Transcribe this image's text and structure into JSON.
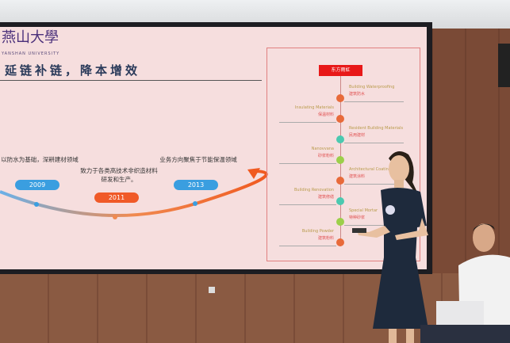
{
  "slide": {
    "logo_cn": "燕山大學",
    "logo_en": "YANSHAN UNIVERSITY",
    "title": "延链补链，降本增效",
    "timeline": [
      {
        "text": "以防水为基础，深耕建材领域",
        "year": "2009"
      },
      {
        "text": "致力于各类高技术非织造材料研发和生产。",
        "year": "2011"
      },
      {
        "text": "业务方向聚焦于节能保温领域",
        "year": "2013"
      }
    ],
    "panel": {
      "header": "东方雨虹",
      "items": [
        {
          "en": "Building Waterproofing",
          "cn": "建筑防水",
          "side": "right",
          "color": "#e86a3a"
        },
        {
          "en": "Insulating Materials",
          "cn": "保温材料",
          "side": "left",
          "color": "#e86a3a"
        },
        {
          "en": "Resident Building Materials",
          "cn": "民用建材",
          "side": "right",
          "color": "#4cc9b0"
        },
        {
          "en": "Nanovvana",
          "cn": "砂浆粉料",
          "side": "left",
          "color": "#9ccf4a"
        },
        {
          "en": "Architectural Coatings",
          "cn": "建筑涂料",
          "side": "right",
          "color": "#e86a3a"
        },
        {
          "en": "Building Renovation",
          "cn": "建筑修缮",
          "side": "left",
          "color": "#4cc9b0"
        },
        {
          "en": "Special Mortar",
          "cn": "特种砂浆",
          "side": "right",
          "color": "#9ccf4a"
        },
        {
          "en": "Building Powder",
          "cn": "建筑粉料",
          "side": "left",
          "color": "#e86a3a"
        }
      ]
    }
  }
}
